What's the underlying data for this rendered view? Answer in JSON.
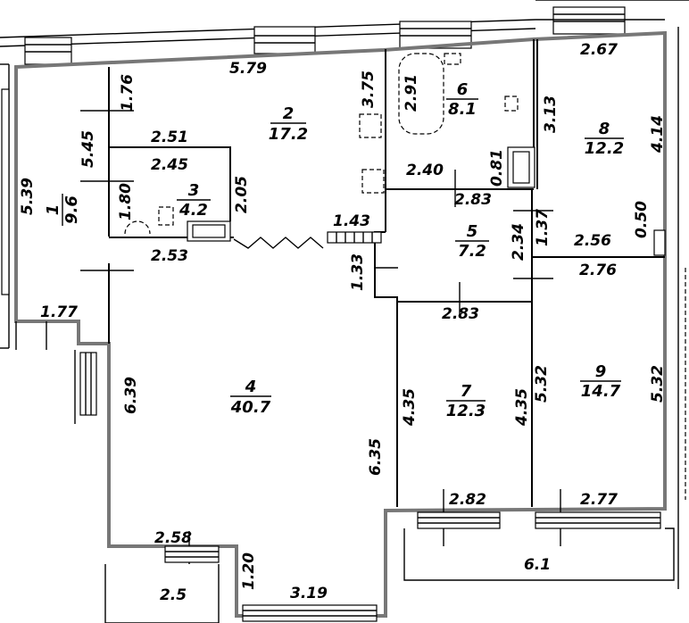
{
  "rooms": [
    {
      "number": "1",
      "area": "9.6"
    },
    {
      "number": "2",
      "area": "17.2"
    },
    {
      "number": "3",
      "area": "4.2"
    },
    {
      "number": "4",
      "area": "40.7"
    },
    {
      "number": "5",
      "area": "7.2"
    },
    {
      "number": "6",
      "area": "8.1"
    },
    {
      "number": "7",
      "area": "12.3"
    },
    {
      "number": "8",
      "area": "12.2"
    },
    {
      "number": "9",
      "area": "14.7"
    }
  ],
  "dimensions": {
    "d579": "5.79",
    "d375": "3.75",
    "d176": "1.76",
    "d545": "5.45",
    "d251": "2.51",
    "d245": "2.45",
    "d539": "5.39",
    "d180": "1.80",
    "d205": "2.05",
    "d143": "1.43",
    "d253": "2.53",
    "d133": "1.33",
    "d177": "1.77",
    "d639": "6.39",
    "d635": "6.35",
    "d258": "2.58",
    "d120": "1.20",
    "d319": "3.19",
    "d25": "2.5",
    "d291": "2.91",
    "d240": "2.40",
    "d081": "0.81",
    "d283a": "2.83",
    "d234": "2.34",
    "d137": "1.37",
    "d283b": "2.83",
    "d267": "2.67",
    "d313": "3.13",
    "d414": "4.14",
    "d050": "0.50",
    "d256": "2.56",
    "d276": "2.76",
    "d435a": "4.35",
    "d435b": "4.35",
    "d532a": "5.32",
    "d532b": "5.32",
    "d282": "2.82",
    "d277": "2.77",
    "d61": "6.1"
  }
}
